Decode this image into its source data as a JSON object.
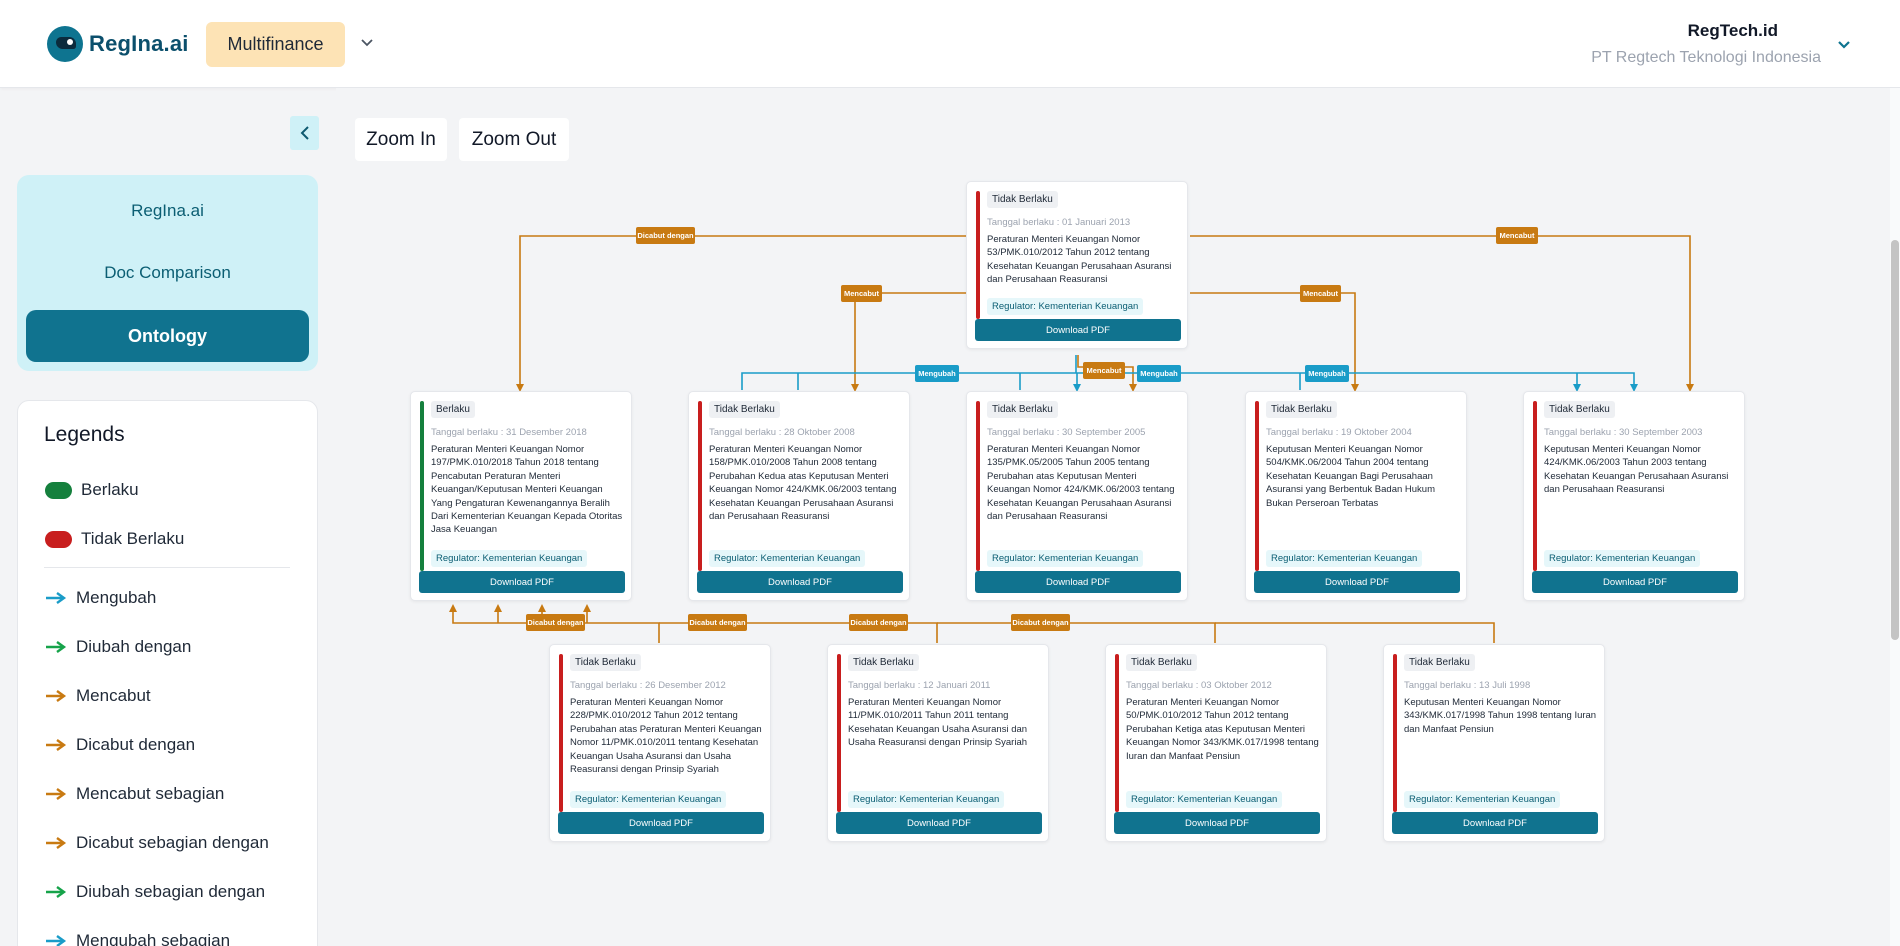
{
  "header": {
    "logo_text": "RegIna.ai",
    "module_label": "Multifinance",
    "user_name": "RegTech.id",
    "user_org": "PT Regtech Teknologi Indonesia"
  },
  "sidebar": {
    "nav": [
      {
        "label": "RegIna.ai"
      },
      {
        "label": "Doc Comparison"
      },
      {
        "label": "Ontology",
        "active": true
      }
    ],
    "legends_title": "Legends",
    "status_legend": [
      {
        "label": "Berlaku",
        "color": "#15803d"
      },
      {
        "label": "Tidak Berlaku",
        "color": "#c81e1e"
      }
    ],
    "relation_legend": [
      {
        "label": "Mengubah",
        "color": "#1a9cc8"
      },
      {
        "label": "Diubah dengan",
        "color": "#16a34a"
      },
      {
        "label": "Mencabut",
        "color": "#c87a12"
      },
      {
        "label": "Dicabut dengan",
        "color": "#c87a12"
      },
      {
        "label": "Mencabut sebagian",
        "color": "#c87a12"
      },
      {
        "label": "Dicabut sebagian dengan",
        "color": "#c87a12"
      },
      {
        "label": "Diubah sebagian dengan",
        "color": "#16a34a"
      },
      {
        "label": "Mengubah sebagian",
        "color": "#1a9cc8"
      }
    ]
  },
  "toolbar": {
    "zoom_in": "Zoom In",
    "zoom_out": "Zoom Out"
  },
  "colors": {
    "berlaku": "#15803d",
    "tidak_berlaku": "#c81e1e",
    "mencabut_edge": "#c87a12",
    "mengubah_edge": "#1a9cc8"
  },
  "nodes": [
    {
      "status": "Tidak Berlaku",
      "date": "Tanggal berlaku : 01 Januari 2013",
      "desc": "Peraturan Menteri Keuangan Nomor 53/PMK.010/2012 Tahun 2012 tentang Kesehatan Keuangan Perusahaan Asuransi dan Perusahaan Reasuransi",
      "regulator": "Regulator: Kementerian Keuangan",
      "download": "Download PDF"
    },
    {
      "status": "Berlaku",
      "date": "Tanggal berlaku : 31 Desember 2018",
      "desc": "Peraturan Menteri Keuangan Nomor 197/PMK.010/2018 Tahun 2018 tentang Pencabutan Peraturan Menteri Keuangan/Keputusan Menteri Keuangan Yang Pengaturan Kewenangannya Beralih Dari Kementerian Keuangan Kepada Otoritas Jasa Keuangan",
      "regulator": "Regulator: Kementerian Keuangan",
      "download": "Download PDF"
    },
    {
      "status": "Tidak Berlaku",
      "date": "Tanggal berlaku : 28 Oktober 2008",
      "desc": "Peraturan Menteri Keuangan Nomor 158/PMK.010/2008 Tahun 2008 tentang Perubahan Kedua atas Keputusan Menteri Keuangan Nomor 424/KMK.06/2003 tentang Kesehatan Keuangan Perusahaan Asuransi dan Perusahaan Reasuransi",
      "regulator": "Regulator: Kementerian Keuangan",
      "download": "Download PDF"
    },
    {
      "status": "Tidak Berlaku",
      "date": "Tanggal berlaku : 30 September 2005",
      "desc": "Peraturan Menteri Keuangan Nomor 135/PMK.05/2005 Tahun 2005 tentang Perubahan atas Keputusan Menteri Keuangan Nomor 424/KMK.06/2003 tentang Kesehatan Keuangan Perusahaan Asuransi dan Perusahaan Reasuransi",
      "regulator": "Regulator: Kementerian Keuangan",
      "download": "Download PDF"
    },
    {
      "status": "Tidak Berlaku",
      "date": "Tanggal berlaku : 19 Oktober 2004",
      "desc": "Keputusan Menteri Keuangan Nomor 504/KMK.06/2004 Tahun 2004 tentang Kesehatan Keuangan Bagi Perusahaan Asuransi yang Berbentuk Badan Hukum Bukan Perseroan Terbatas",
      "regulator": "Regulator: Kementerian Keuangan",
      "download": "Download PDF"
    },
    {
      "status": "Tidak Berlaku",
      "date": "Tanggal berlaku : 30 September 2003",
      "desc": "Keputusan Menteri Keuangan Nomor 424/KMK.06/2003 Tahun 2003 tentang Kesehatan Keuangan Perusahaan Asuransi dan Perusahaan Reasuransi",
      "regulator": "Regulator: Kementerian Keuangan",
      "download": "Download PDF"
    },
    {
      "status": "Tidak Berlaku",
      "date": "Tanggal berlaku : 26 Desember 2012",
      "desc": "Peraturan Menteri Keuangan Nomor 228/PMK.010/2012 Tahun 2012 tentang Perubahan atas Peraturan Menteri Keuangan Nomor 11/PMK.010/2011 tentang Kesehatan Keuangan Usaha Asuransi dan Usaha Reasuransi dengan Prinsip Syariah",
      "regulator": "Regulator: Kementerian Keuangan",
      "download": "Download PDF"
    },
    {
      "status": "Tidak Berlaku",
      "date": "Tanggal berlaku : 12 Januari 2011",
      "desc": "Peraturan Menteri Keuangan Nomor 11/PMK.010/2011 Tahun 2011 tentang Kesehatan Keuangan Usaha Asuransi dan Usaha Reasuransi dengan Prinsip Syariah",
      "regulator": "Regulator: Kementerian Keuangan",
      "download": "Download PDF"
    },
    {
      "status": "Tidak Berlaku",
      "date": "Tanggal berlaku : 03 Oktober 2012",
      "desc": "Peraturan Menteri Keuangan Nomor 50/PMK.010/2012 Tahun 2012 tentang Perubahan Ketiga atas Keputusan Menteri Keuangan Nomor 343/KMK.017/1998 tentang Iuran dan Manfaat Pensiun",
      "regulator": "Regulator: Kementerian Keuangan",
      "download": "Download PDF"
    },
    {
      "status": "Tidak Berlaku",
      "date": "Tanggal berlaku : 13 Juli 1998",
      "desc": "Keputusan Menteri Keuangan Nomor 343/KMK.017/1998 Tahun 1998 tentang Iuran dan Manfaat Pensiun",
      "regulator": "Regulator: Kementerian Keuangan",
      "download": "Download PDF"
    }
  ],
  "edge_labels": {
    "dicabut_dengan": "Dicabut dengan",
    "mencabut": "Mencabut",
    "mengubah": "Mengubah"
  }
}
